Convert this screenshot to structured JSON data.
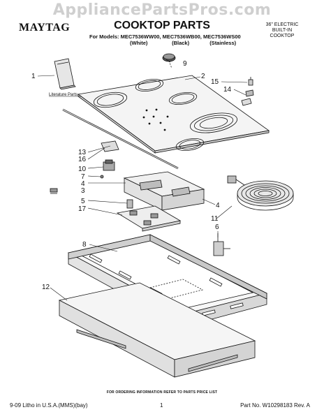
{
  "watermark": "AppliancePartsPros.com",
  "header": {
    "brand": "MAYTAG",
    "title": "COOKTOP PARTS",
    "product_lines": [
      "36\" ELECTRIC",
      "BUILT-IN",
      "COOKTOP"
    ],
    "models_line": "For Models: MEC7536WW00, MEC7536WB00, MEC7536WS00",
    "colors": [
      "(White)",
      "(Black)",
      "(Stainless)"
    ]
  },
  "diagram": {
    "literature_label": "Literature Parts",
    "callouts": {
      "c1": "1",
      "c2": "2",
      "c3": "3",
      "c4a": "4",
      "c4b": "4",
      "c5": "5",
      "c6": "6",
      "c7": "7",
      "c8": "8",
      "c9": "9",
      "c10": "10",
      "c11": "11",
      "c12": "12",
      "c13": "13",
      "c14": "14",
      "c15": "15",
      "c16": "16",
      "c17": "17"
    }
  },
  "footer": {
    "order_info": "FOR ORDERING INFORMATION REFER TO PARTS PRICE LIST",
    "litho": "9-09 Litho in U.S.A.(MMS)(bay)",
    "page_number": "1",
    "part_no": "Part No. W10298183 Rev. A"
  },
  "colors": {
    "line": "#111111",
    "fill_light": "#f2f2f2",
    "fill_mid": "#dcdcdc",
    "watermark": "#cfcfcf"
  }
}
